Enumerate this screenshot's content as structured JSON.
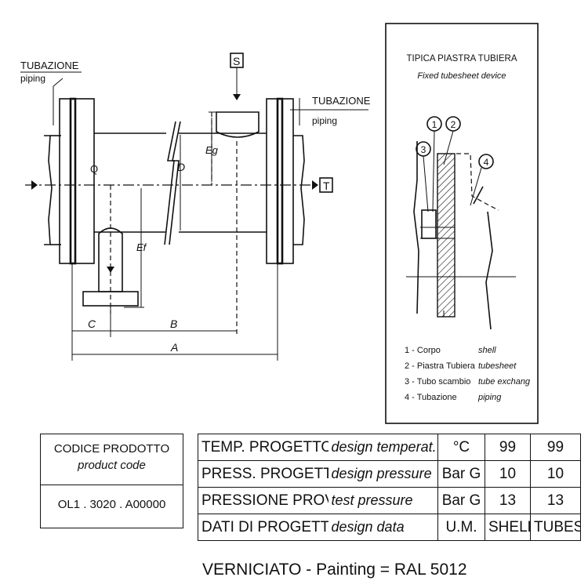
{
  "drawing": {
    "left_piping_it": "TUBAZIONE",
    "left_piping_en": "piping",
    "right_piping_it": "TUBAZIONE",
    "right_piping_en": "piping",
    "port_s": "S",
    "port_t": "T",
    "dim_q": "Q",
    "dim_eg": "Eg",
    "dim_d": "D",
    "dim_ef": "Ef",
    "dim_c": "C",
    "dim_b": "B",
    "dim_a": "A"
  },
  "detail": {
    "title_it": "TIPICA PIASTRA TUBIERA",
    "title_en": "Fixed tubesheet device",
    "callouts": [
      "1",
      "2",
      "3",
      "4"
    ],
    "legend": [
      {
        "it": "1 - Corpo",
        "en": "shell"
      },
      {
        "it": "2 - Piastra Tubiera",
        "en": "tubesheet"
      },
      {
        "it": "3 - Tubo scambio",
        "en": "tube exchang"
      },
      {
        "it": "4 - Tubazione",
        "en": "piping"
      }
    ]
  },
  "product": {
    "label_it": "CODICE PRODOTTO",
    "label_en": "product code",
    "code": "OL1 . 3020 . A00000"
  },
  "specs": [
    {
      "it": "TEMP. PROGETTO",
      "en": "design temperat.",
      "unit": "°C",
      "shell": "99",
      "tubes": "99"
    },
    {
      "it": "PRESS. PROGETTO",
      "en": "design pressure",
      "unit": "Bar G",
      "shell": "10",
      "tubes": "10"
    },
    {
      "it": "PRESSIONE PROVA",
      "en": "test pressure",
      "unit": "Bar G",
      "shell": "13",
      "tubes": "13"
    },
    {
      "it": "DATI DI PROGETTO",
      "en": "design data",
      "unit": "U.M.",
      "shell": "SHELL",
      "tubes": "TUBES"
    }
  ],
  "painting": "VERNICIATO - Painting = RAL 5012"
}
